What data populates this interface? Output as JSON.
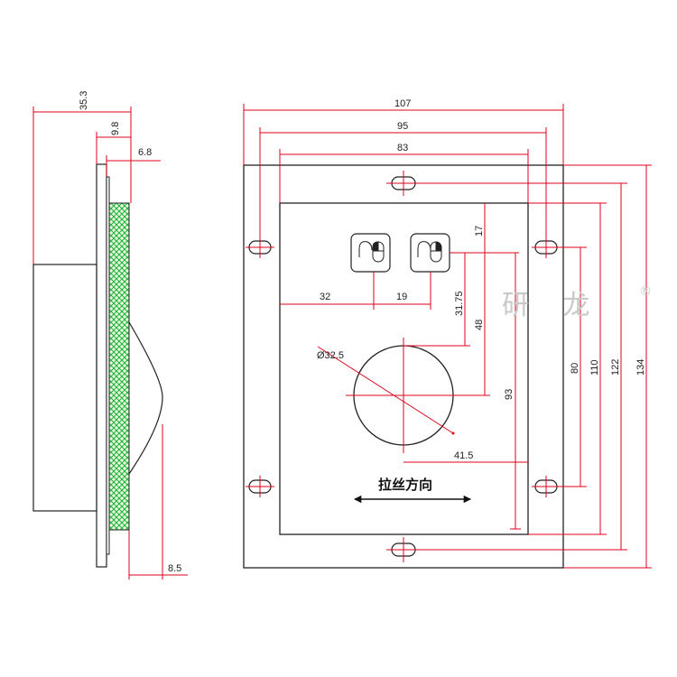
{
  "side_view": {
    "dims": {
      "total_depth": "35.3",
      "flange_to_panel": "9.8",
      "panel_thickness": "6.8",
      "ball_protrusion": "8.5"
    }
  },
  "front_view": {
    "dims": {
      "outer_width": "107",
      "hole_spacing_x": "95",
      "panel_width": "83",
      "button_offset_x": "32",
      "button_spacing": "19",
      "top_to_button": "17",
      "button_to_ball": "31.75",
      "top_to_ball_center": "48",
      "ball_diameter": "Ø32.5",
      "ball_to_right": "41.5",
      "inner_height": "93",
      "hole_spacing_y_inner": "80",
      "panel_height": "110",
      "hole_spacing_y_outer": "122",
      "outer_height": "134"
    },
    "brushing_direction_label": "拉丝方向",
    "buttons": [
      {
        "icon": "mouse-left-click-icon"
      },
      {
        "icon": "mouse-right-click-icon"
      }
    ]
  },
  "watermark": {
    "text": "研 龙",
    "mark": "®"
  },
  "colors": {
    "outline": "#222222",
    "dimension": "#e0001b",
    "hatch": "#1bb33a",
    "fill_pale": "#e9f7e0"
  }
}
